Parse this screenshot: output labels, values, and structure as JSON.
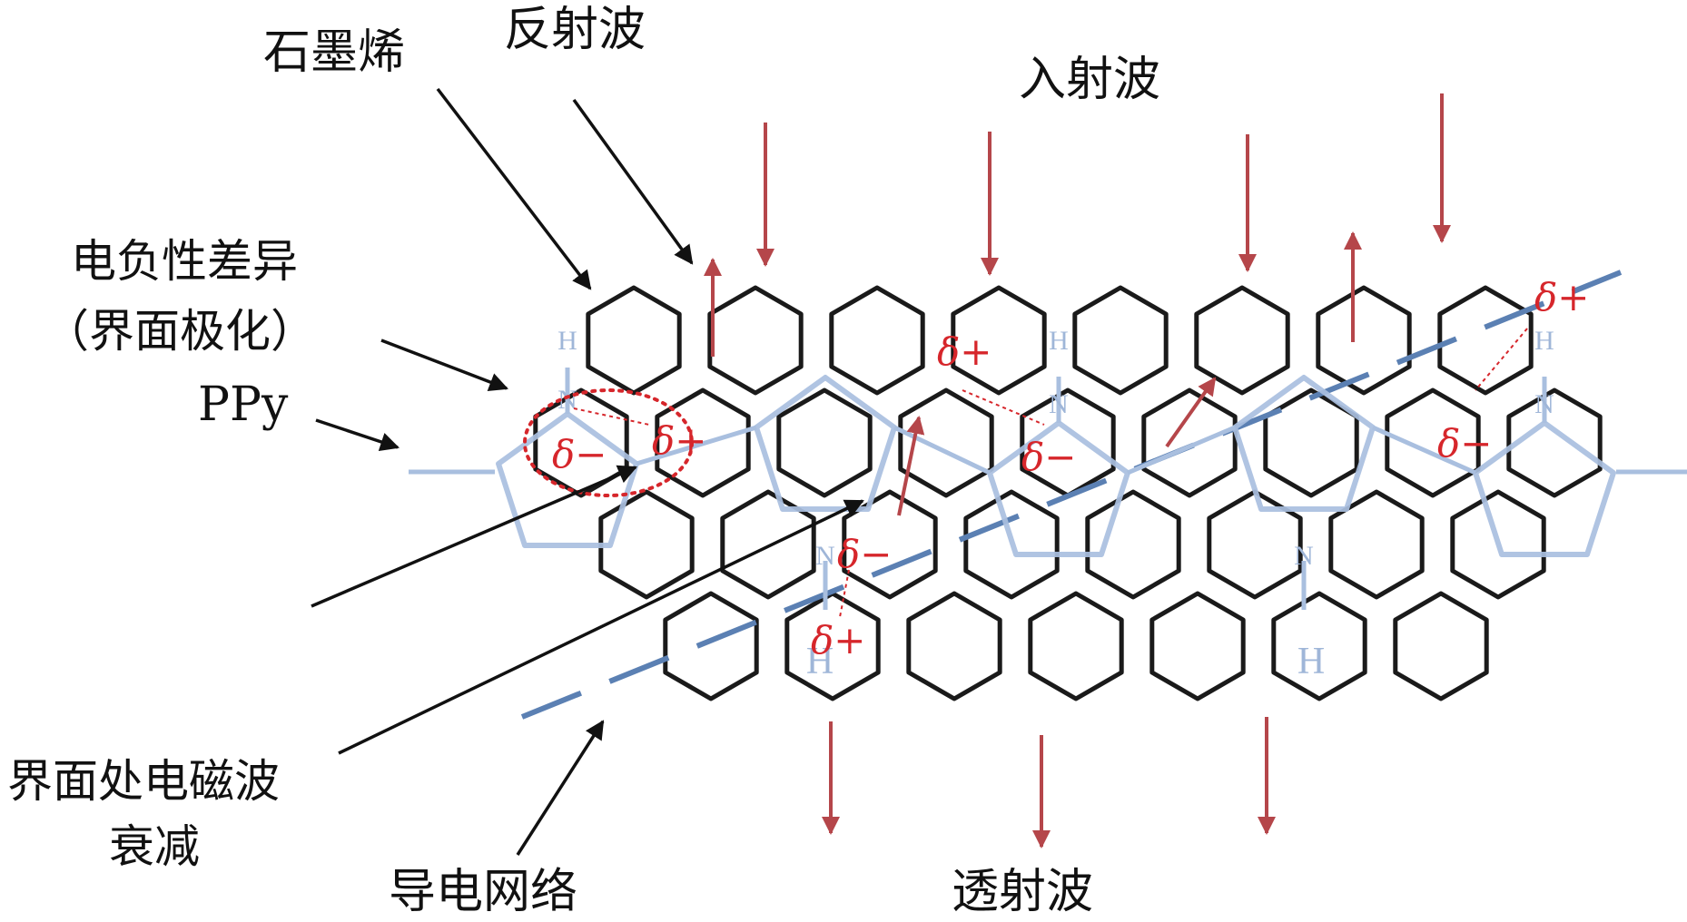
{
  "labels": {
    "graphene": "石墨烯",
    "reflected_wave": "反射波",
    "incident_wave": "入射波",
    "electronegativity_line1": "电负性差异",
    "electronegativity_line2": "（界面极化）",
    "ppy": "PPy",
    "attenuation_line1": "界面处电磁波",
    "attenuation_line2": "衰减",
    "conductive_network": "导电网络",
    "transmitted_wave": "透射波"
  },
  "charges": {
    "delta_plus": "δ+",
    "delta_minus": "δ−"
  },
  "atoms": {
    "hydrogen": "H",
    "nitrogen": "N"
  },
  "colors": {
    "text": "#111111",
    "charge": "#d6262b",
    "ppy_ring": "#a9bfdf",
    "network": "#5b80b3",
    "wave_arrow": "#b5464a",
    "hexagon": "#1a1a1a"
  }
}
